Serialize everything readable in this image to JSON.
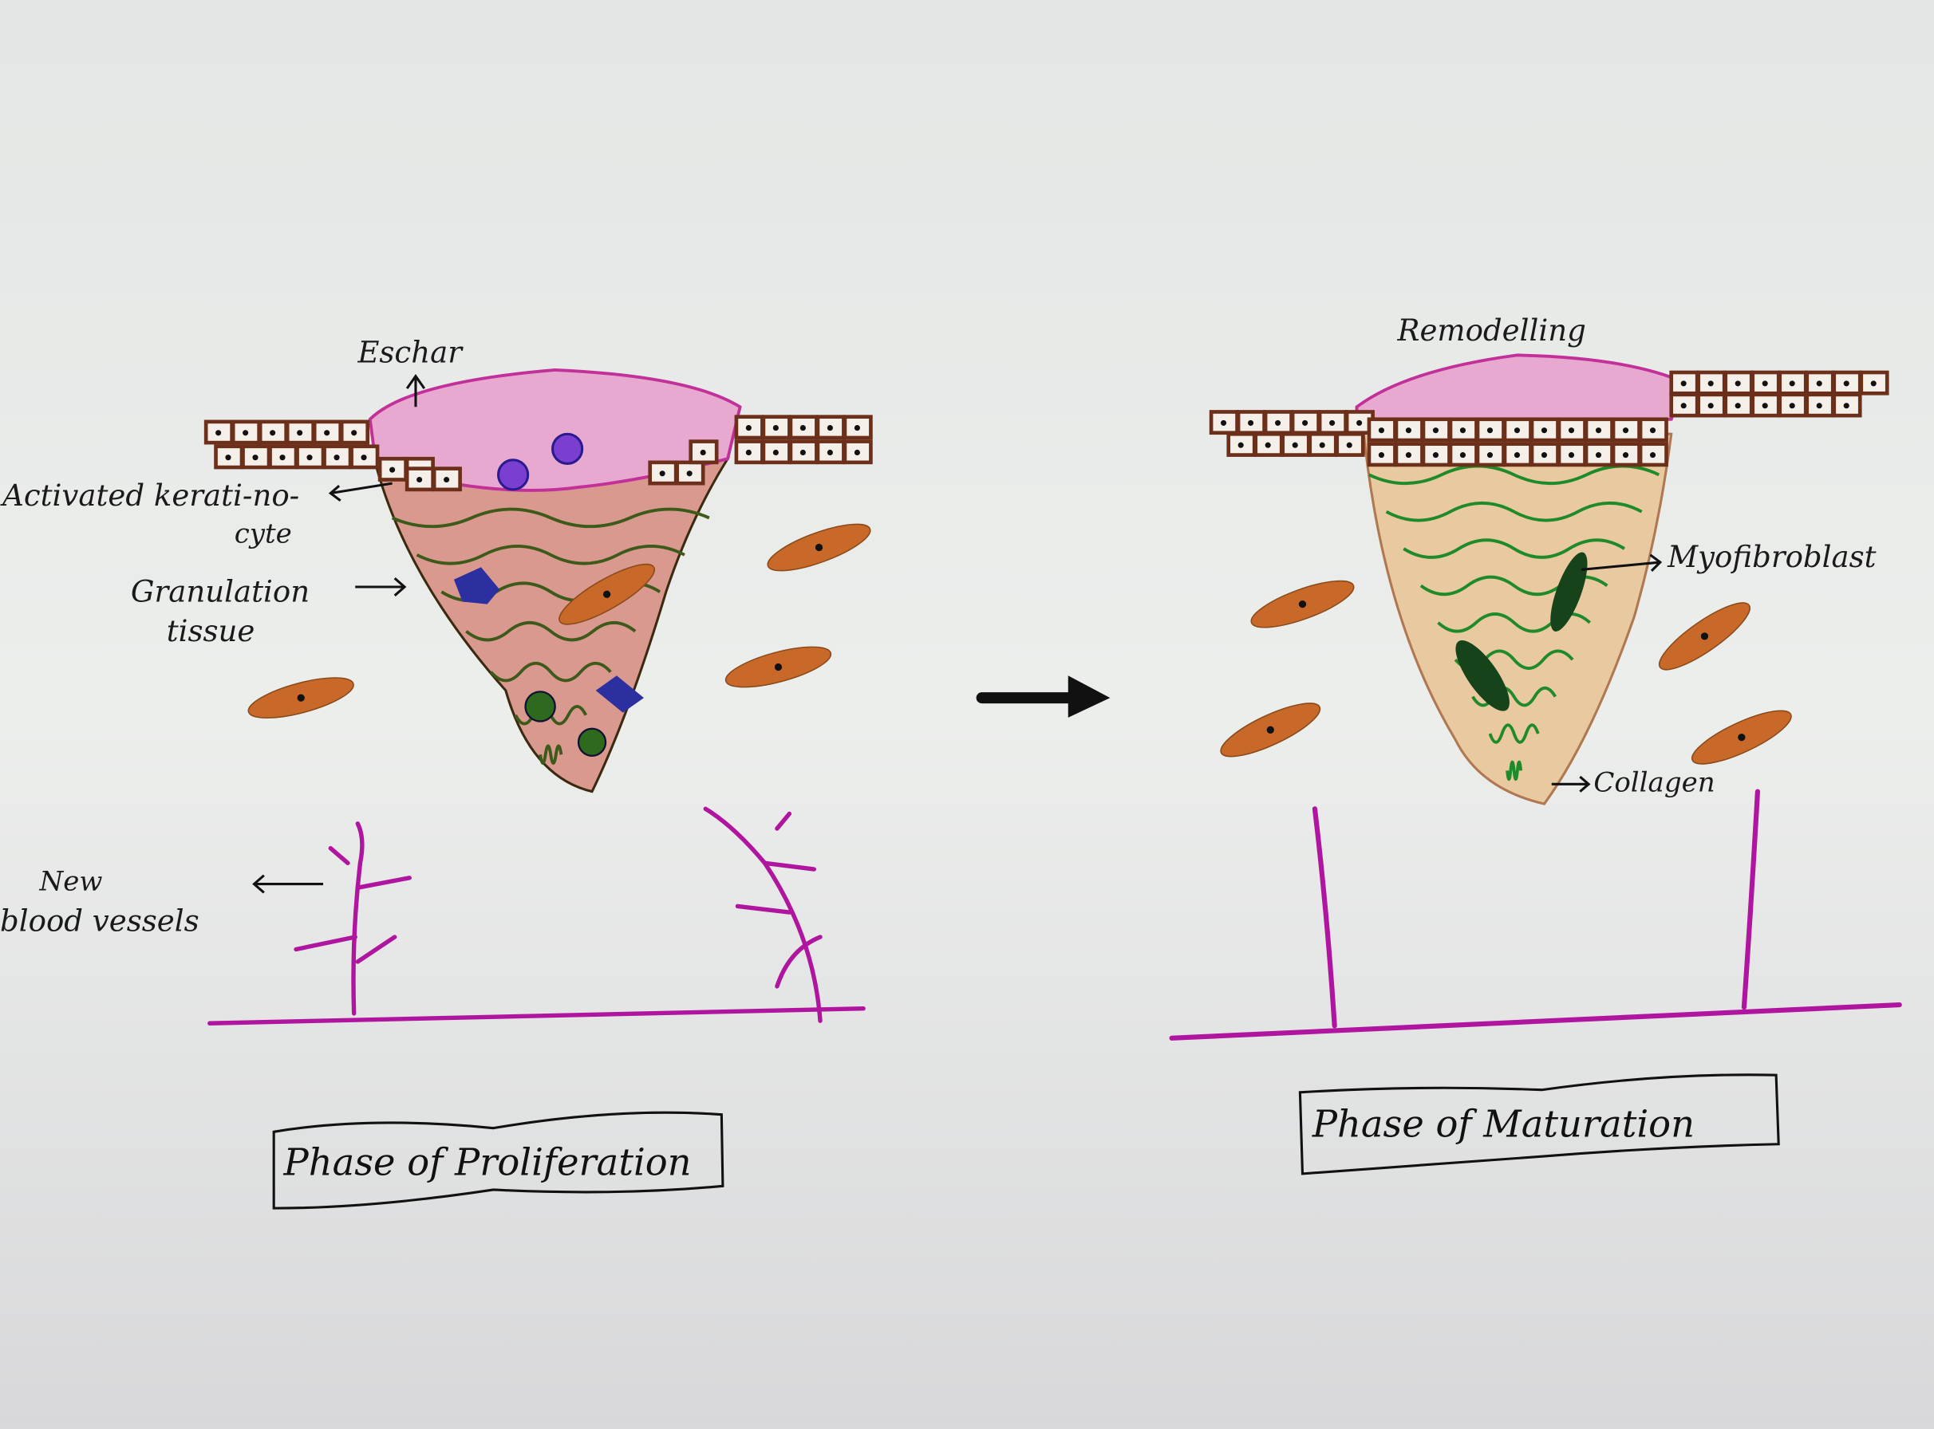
{
  "colors": {
    "paper": "#e9ebe9",
    "eschar": "#e7a9cf",
    "eschar_edge": "#c2309a",
    "granulation": "#d9998e",
    "maturation_fill": "#e8c9a0",
    "collagen": "#1f8a2a",
    "granulation_lines": "#3d5a1a",
    "fibroblast": "#c8692a",
    "vessel": "#b0159f",
    "brick": "#6b2f1a",
    "arrow": "#111111"
  },
  "left_panel": {
    "labels": {
      "eschar": "Eschar",
      "keratinocyte_line1": "Activated kerati-no-",
      "keratinocyte_line2": "cyte",
      "granulation_line1": "Granulation",
      "granulation_line2": "tissue",
      "vessels_line1": "New",
      "vessels_line2": "blood vessels"
    },
    "title": "Phase of Proliferation"
  },
  "right_panel": {
    "labels": {
      "remodelling": "Remodelling",
      "myofibroblast": "Myofibroblast",
      "collagen": "Collagen"
    },
    "title": "Phase of Maturation"
  }
}
